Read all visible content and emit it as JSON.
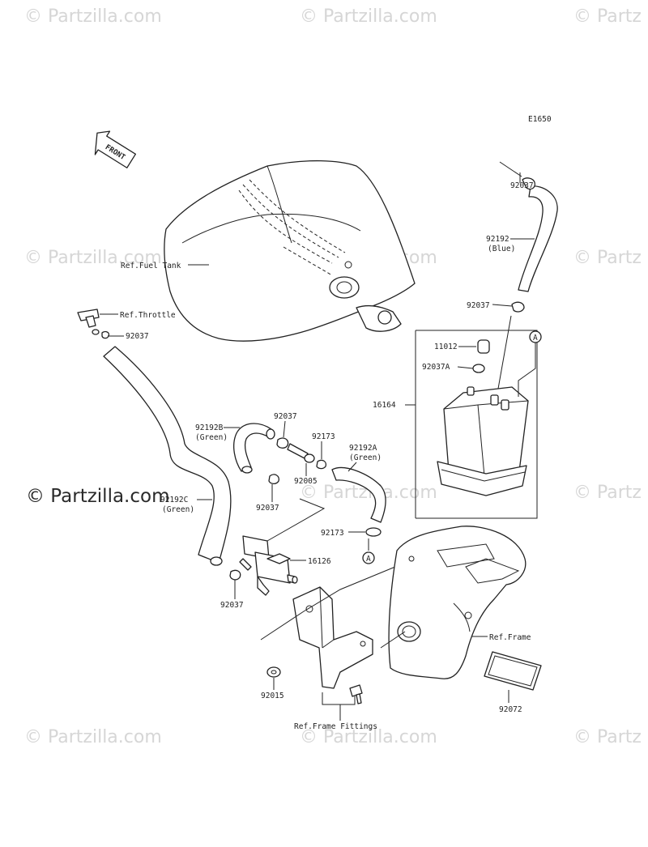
{
  "diagram_code": "E1650",
  "front_label": "FRONT",
  "watermark": "© Partzilla.com",
  "watermark_tail": "© Partz",
  "labels": {
    "ref_fuel_tank": "Ref.Fuel Tank",
    "ref_throttle": "Ref.Throttle",
    "ref_frame": "Ref.Frame",
    "ref_frame_fittings": "Ref.Frame Fittings",
    "p92037": "92037",
    "p92192": "92192",
    "p92192_color": "(Blue)",
    "p11012": "11012",
    "p92037A": "92037A",
    "p16164": "16164",
    "p92192B": "92192B",
    "p92192B_color": "(Green)",
    "p92173": "92173",
    "p92192A": "92192A",
    "p92192A_color": "(Green)",
    "p92005": "92005",
    "p92192C": "92192C",
    "p92192C_color": "(Green)",
    "p16126": "16126",
    "p92015": "92015",
    "p92072": "92072",
    "callout_a": "A"
  }
}
